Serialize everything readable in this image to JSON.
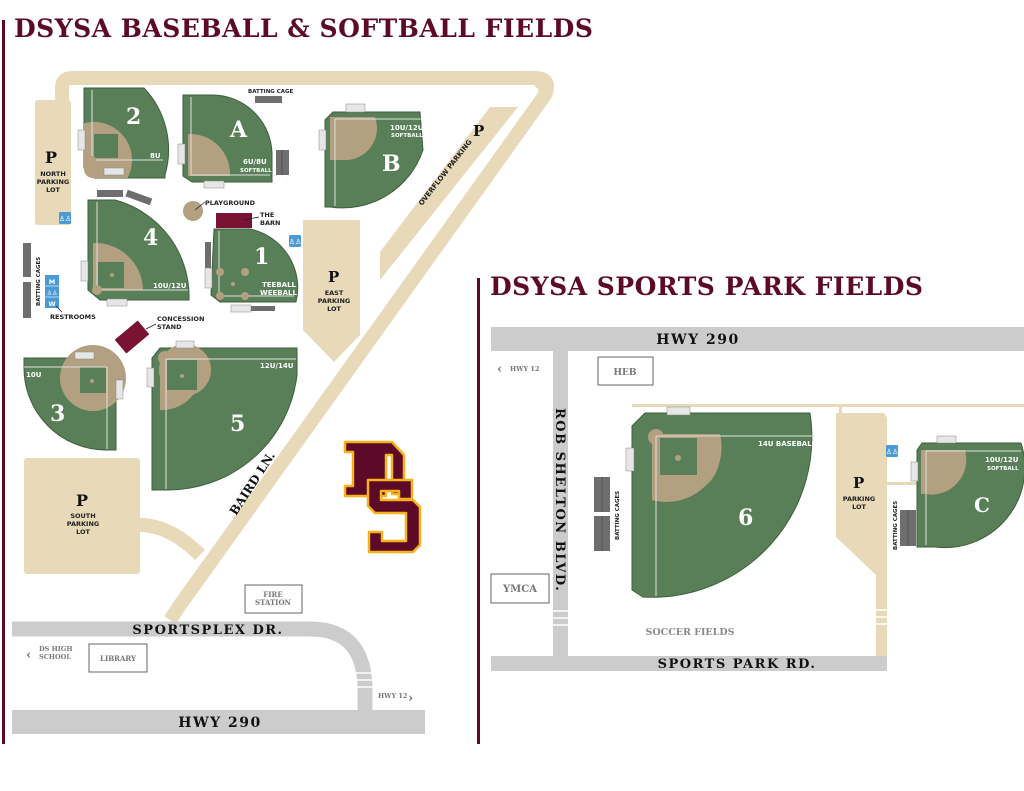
{
  "titles": {
    "left": "DSYSA BASEBALL & SOFTBALL FIELDS",
    "right": "DSYSA SPORTS PARK FIELDS"
  },
  "colors": {
    "maroon": "#5c0a28",
    "field_green": "#587f58",
    "infield_tan": "#b3a080",
    "road_tan": "#e8d9b8",
    "street_gray": "#cccccc",
    "restroom_blue": "#4a9bd4",
    "logo_gold": "#f6b21a",
    "cage_gray": "#6e6e6e"
  },
  "left_map": {
    "fields": [
      {
        "id": "2",
        "label": "2",
        "division": "8U"
      },
      {
        "id": "A",
        "label": "A",
        "division": "6U/8U",
        "sub": "SOFTBALL"
      },
      {
        "id": "B",
        "label": "B",
        "division": "10U/12U",
        "sub": "SOFTBALL"
      },
      {
        "id": "4",
        "label": "4",
        "division": "10U/12U"
      },
      {
        "id": "1",
        "label": "1",
        "division": "TEEBALL",
        "sub": "WEEBALL"
      },
      {
        "id": "3",
        "label": "3",
        "division": "10U"
      },
      {
        "id": "5",
        "label": "5",
        "division": "12U/14U"
      }
    ],
    "parking": {
      "p": "P",
      "north": [
        "NORTH",
        "PARKING",
        "LOT"
      ],
      "east": [
        "EAST",
        "PARKING",
        "LOT"
      ],
      "south": [
        "SOUTH",
        "PARKING",
        "LOT"
      ],
      "overflow": "OVERFLOW PARKING"
    },
    "amenities": {
      "batting_cage": "BATTING CAGE",
      "batting_cages": "BATTING CAGES",
      "playground": "PLAYGROUND",
      "barn": [
        "THE",
        "BARN"
      ],
      "concession": [
        "CONCESSION",
        "STAND"
      ],
      "restrooms": "RESTROOMS",
      "restroom_m": "M",
      "restroom_w": "W",
      "fire_station": [
        "FIRE",
        "STATION"
      ],
      "library": "LIBRARY"
    },
    "roads": {
      "baird": "BAIRD LN.",
      "sportsplex": "SPORTSPLEX DR.",
      "hwy290": "HWY 290",
      "ds_high": [
        "DS HIGH",
        "SCHOOL"
      ],
      "hwy12": "HWY 12"
    },
    "logo": "DS"
  },
  "right_map": {
    "fields": [
      {
        "id": "6",
        "label": "6",
        "division": "14U BASEBALL"
      },
      {
        "id": "C",
        "label": "C",
        "division": "10U/12U",
        "sub": "SOFTBALL"
      }
    ],
    "parking": {
      "p": "P",
      "lines": [
        "PARKING",
        "LOT"
      ]
    },
    "amenities": {
      "batting_cages": "BATTING CAGES",
      "heb": "HEB",
      "ymca": "YMCA",
      "soccer": "SOCCER FIELDS"
    },
    "roads": {
      "hwy290": "HWY 290",
      "hwy12": "HWY 12",
      "rob_shelton": "ROB SHELTON BLVD.",
      "sports_park": "SPORTS PARK RD."
    }
  }
}
